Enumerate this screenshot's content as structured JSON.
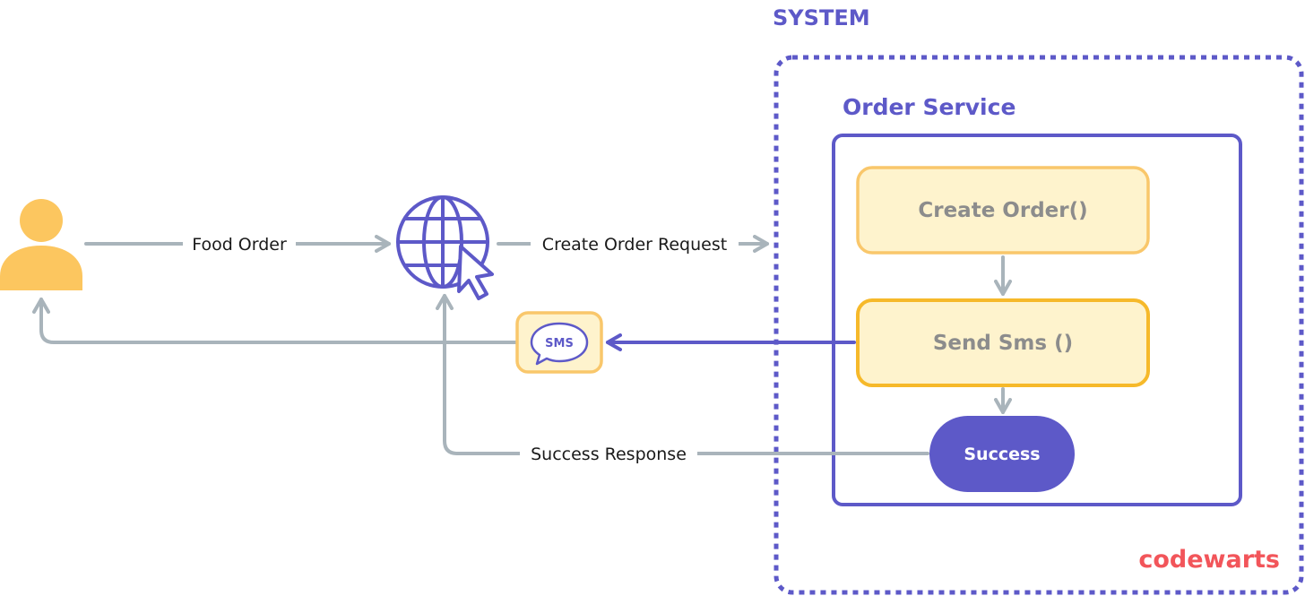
{
  "system": {
    "label": "SYSTEM"
  },
  "order_service": {
    "label": "Order Service"
  },
  "steps": {
    "create_order": "Create Order()",
    "send_sms": "Send Sms ()",
    "success": "Success"
  },
  "edges": {
    "food_order": "Food Order",
    "create_order_request": "Create Order Request",
    "success_response": "Success Response"
  },
  "sms_badge": {
    "label": "SMS"
  },
  "logo": {
    "text": "codewarts"
  },
  "colors": {
    "purple": "#5D59C8",
    "gray_arrow": "#A9B4BB",
    "yellow_fill": "#FEF3CD",
    "yellow_stroke": "#F9C76B",
    "yellow_stroke_strong": "#F6B92A",
    "user_yellow": "#FCC65F",
    "box_text": "#8C8C8C",
    "logo_red": "#F2555A"
  },
  "icons": {
    "user": "user-icon",
    "web": "globe-cursor-icon",
    "sms": "sms-bubble-icon"
  }
}
